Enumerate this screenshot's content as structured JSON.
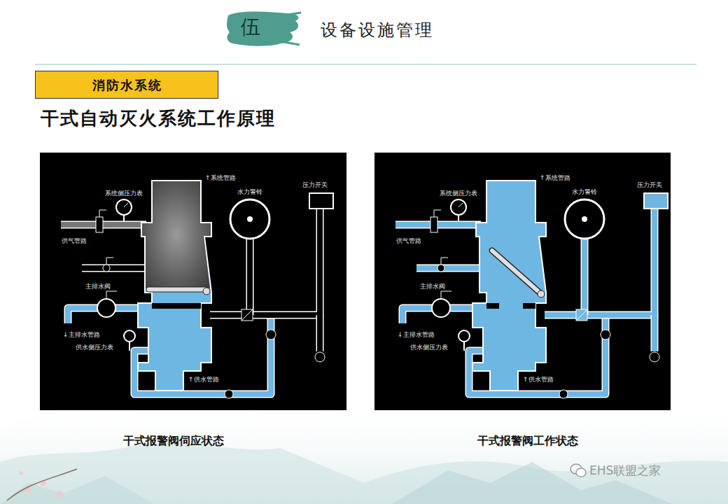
{
  "diagram": {
    "title": "干式自动灭火系统工作原理",
    "nodes": [
      {
        "text": [
          "伍"
        ]
      },
      {
        "text": [
          "消防水系统"
        ]
      },
      {
        "text": [
          "系统侧压力表",
          "↑系统管路",
          "水力警铃",
          "压力开关",
          "供气管路",
          "主排水阀",
          "↓主排水管路",
          "供水侧压力表",
          "↑供水管路",
          "干式报警阀伺应状态"
        ]
      },
      {
        "text": [
          "系统侧压力表",
          "↑系统管路",
          "水力警铃",
          "压力开关",
          "供气管路",
          "主排水阀",
          "↓主排水管路",
          "供水侧压力表",
          "↑供水管路",
          "干式报警阀工作状态"
        ]
      }
    ],
    "labels": [
      "设备设施管理",
      "EHS联盟之家"
    ]
  }
}
